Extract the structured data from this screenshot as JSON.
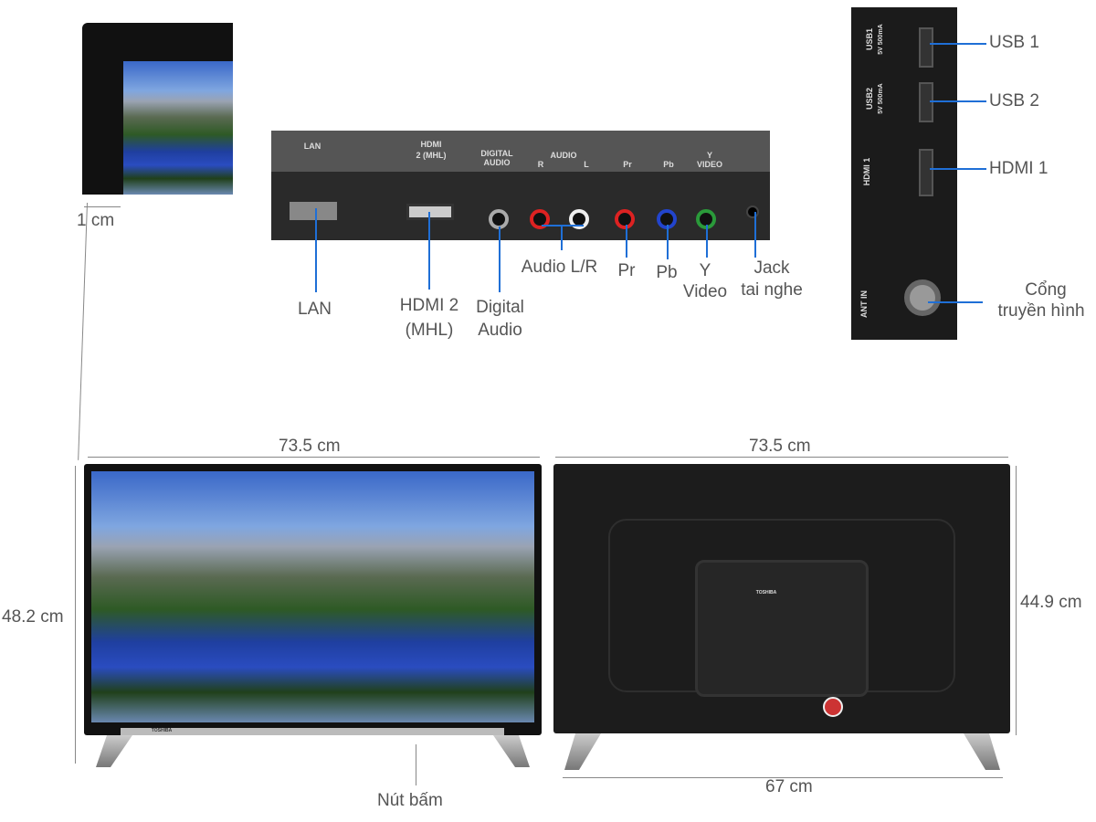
{
  "corner_inset": {
    "dimension": "1 cm"
  },
  "front_panel": {
    "printed_labels": {
      "lan": "LAN",
      "hdmi_top": "HDMI",
      "hdmi_bottom": "2 (MHL)",
      "digital_audio": "DIGITAL AUDIO",
      "audio": "AUDIO",
      "audio_r": "R",
      "audio_l": "L",
      "pr": "Pr",
      "pb": "Pb",
      "y_video": "Y VIDEO"
    },
    "callouts": {
      "lan": "LAN",
      "hdmi2_line1": "HDMI 2",
      "hdmi2_line2": "(MHL)",
      "digital_line1": "Digital",
      "digital_line2": "Audio",
      "audio_lr": "Audio L/R",
      "pr": "Pr",
      "pb": "Pb",
      "y_line1": "Y",
      "y_line2": "Video",
      "jack_line1": "Jack",
      "jack_line2": "tai nghe"
    }
  },
  "side_panel": {
    "printed_labels": {
      "usb1": "USB1",
      "usb1_spec": "5V 500mA",
      "usb2": "USB2",
      "usb2_spec": "5V 500mA",
      "hdmi1": "HDMI 1",
      "ant_in": "ANT IN"
    },
    "callouts": {
      "usb1": "USB 1",
      "usb2": "USB 2",
      "hdmi1": "HDMI 1",
      "antenna_line1": "Cổng",
      "antenna_line2": "truyền hình"
    }
  },
  "front_view": {
    "width": "73.5 cm",
    "height": "48.2 cm",
    "button_label": "Nút bấm",
    "brand": "TOSHIBA"
  },
  "back_view": {
    "width": "73.5 cm",
    "height": "44.9 cm",
    "stand_width": "67 cm",
    "brand": "TOSHIBA"
  },
  "colors": {
    "callout_line": "#1f6fd6",
    "dimension_line": "#888888"
  }
}
